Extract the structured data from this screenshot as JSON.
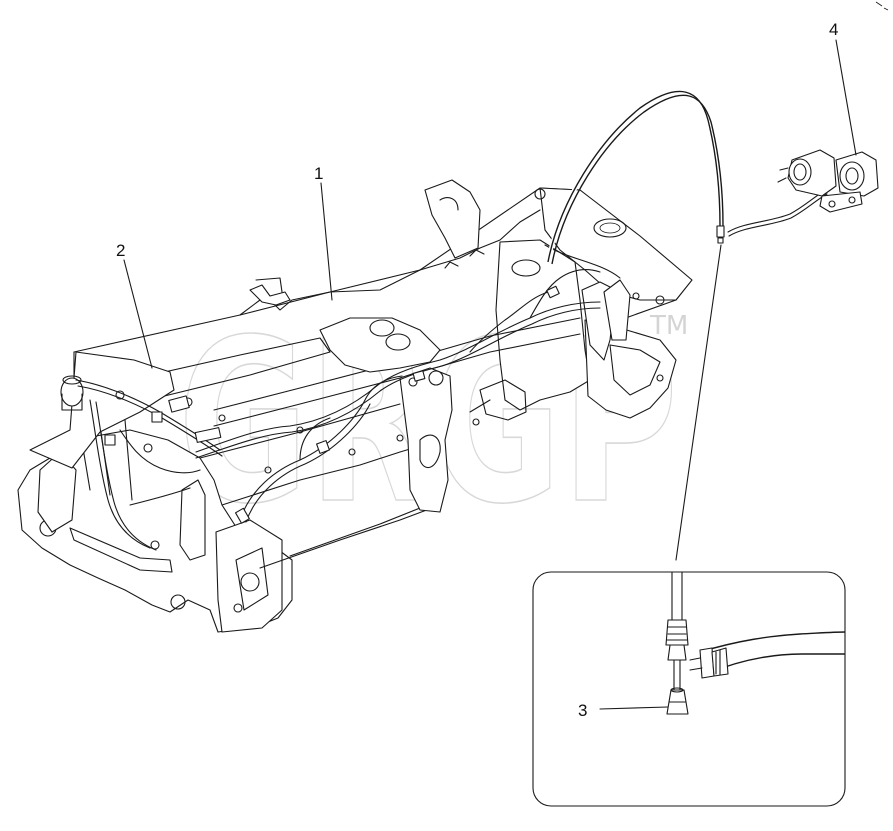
{
  "diagram": {
    "callouts": [
      {
        "id": "1",
        "label": "1"
      },
      {
        "id": "2",
        "label": "2"
      },
      {
        "id": "3",
        "label": "3"
      },
      {
        "id": "4",
        "label": "4"
      }
    ],
    "watermark": {
      "text": "GRGP",
      "trademark": "TM"
    }
  }
}
